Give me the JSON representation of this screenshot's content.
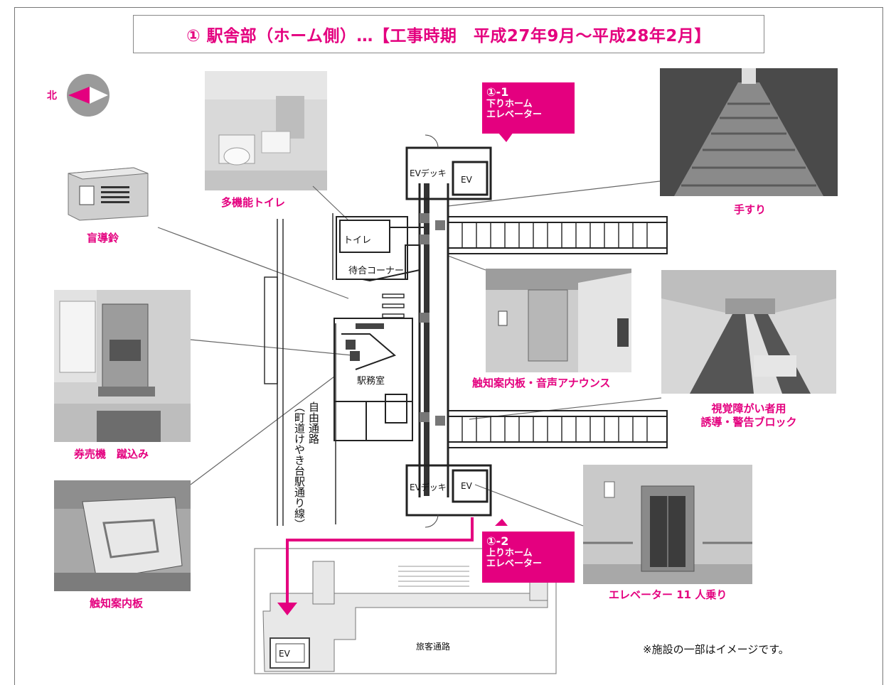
{
  "title": "① 駅舎部（ホーム側）…【工事時期　平成27年9月～平成28年2月】",
  "compass": {
    "label": "北",
    "icon": "north-arrow-icon"
  },
  "captions": {
    "toilet": "多機能トイレ",
    "bell": "盲導鈴",
    "ticket_machine": "券売機　蹴込み",
    "tactile_board": "触知案内板",
    "handrail": "手すり",
    "tactile_board_voice": "触知案内板・音声アナウンス",
    "blocks_line1": "視覚障がい者用",
    "blocks_line2": "誘導・警告ブロック",
    "elevator11": "エレベーター 11 人乗り"
  },
  "callouts": {
    "down": {
      "num": "①-1",
      "line1": "下りホーム",
      "line2": "エレベーター"
    },
    "up": {
      "num": "①-2",
      "line1": "上りホーム",
      "line2": "エレベーター"
    }
  },
  "map": {
    "ev": "EV",
    "ev_deck": "EVデッキ",
    "toilet_room": "トイレ",
    "waiting_corner": "待合コーナー",
    "station_office": "駅務室",
    "free_passage": "自由通路",
    "street_name": "（町道けやき台駅通り線）",
    "passenger_passage": "旅客通路"
  },
  "note": "※施設の一部はイメージです。",
  "colors": {
    "accent": "#e4007f",
    "gray": "#888888"
  }
}
